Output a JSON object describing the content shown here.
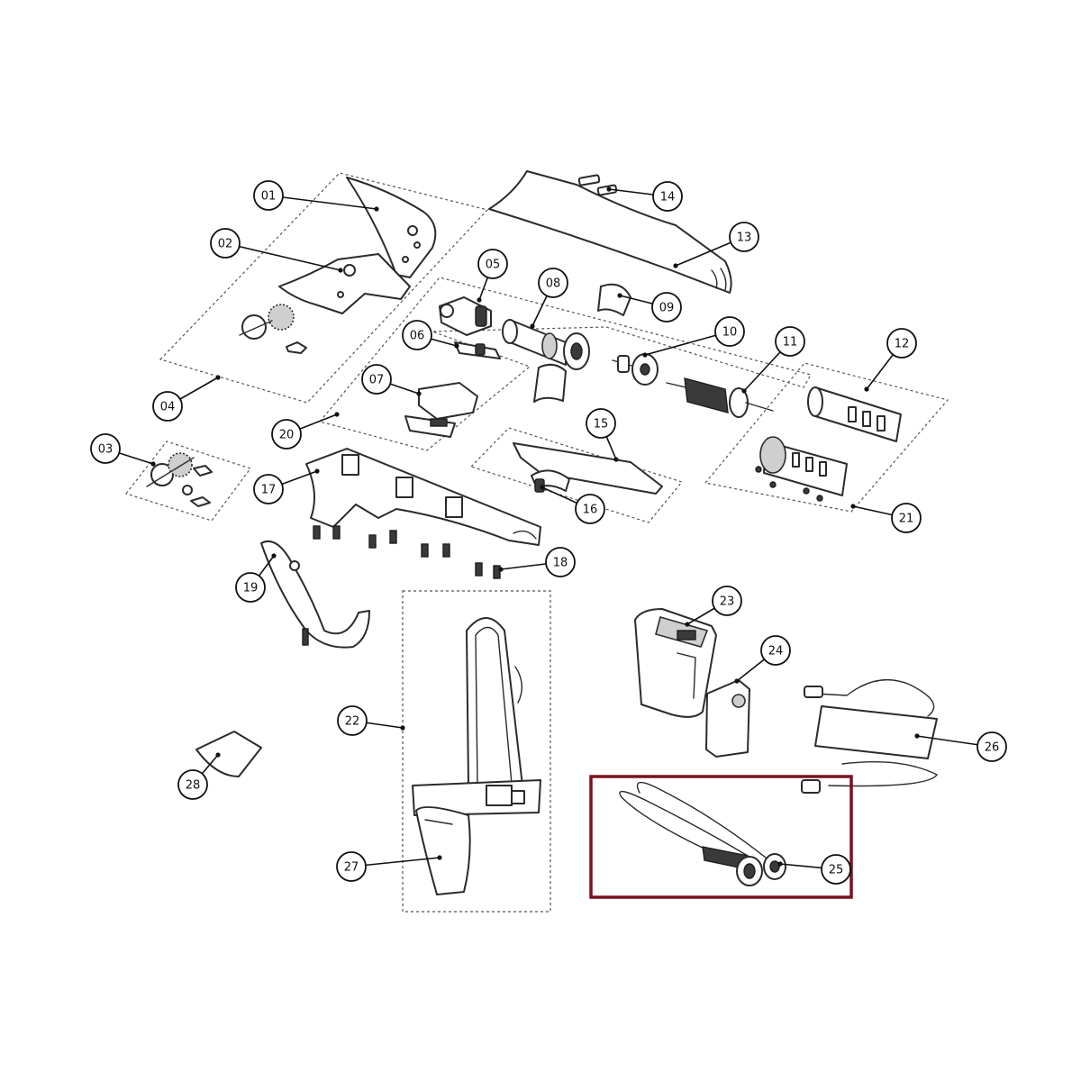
{
  "diagram": {
    "highlight_color": "#7a1020",
    "highlighted_callout": "25",
    "callouts": [
      "01",
      "02",
      "03",
      "04",
      "05",
      "06",
      "07",
      "08",
      "09",
      "10",
      "11",
      "12",
      "13",
      "14",
      "15",
      "16",
      "17",
      "18",
      "19",
      "20",
      "21",
      "22",
      "23",
      "24",
      "25",
      "26",
      "27",
      "28"
    ]
  }
}
